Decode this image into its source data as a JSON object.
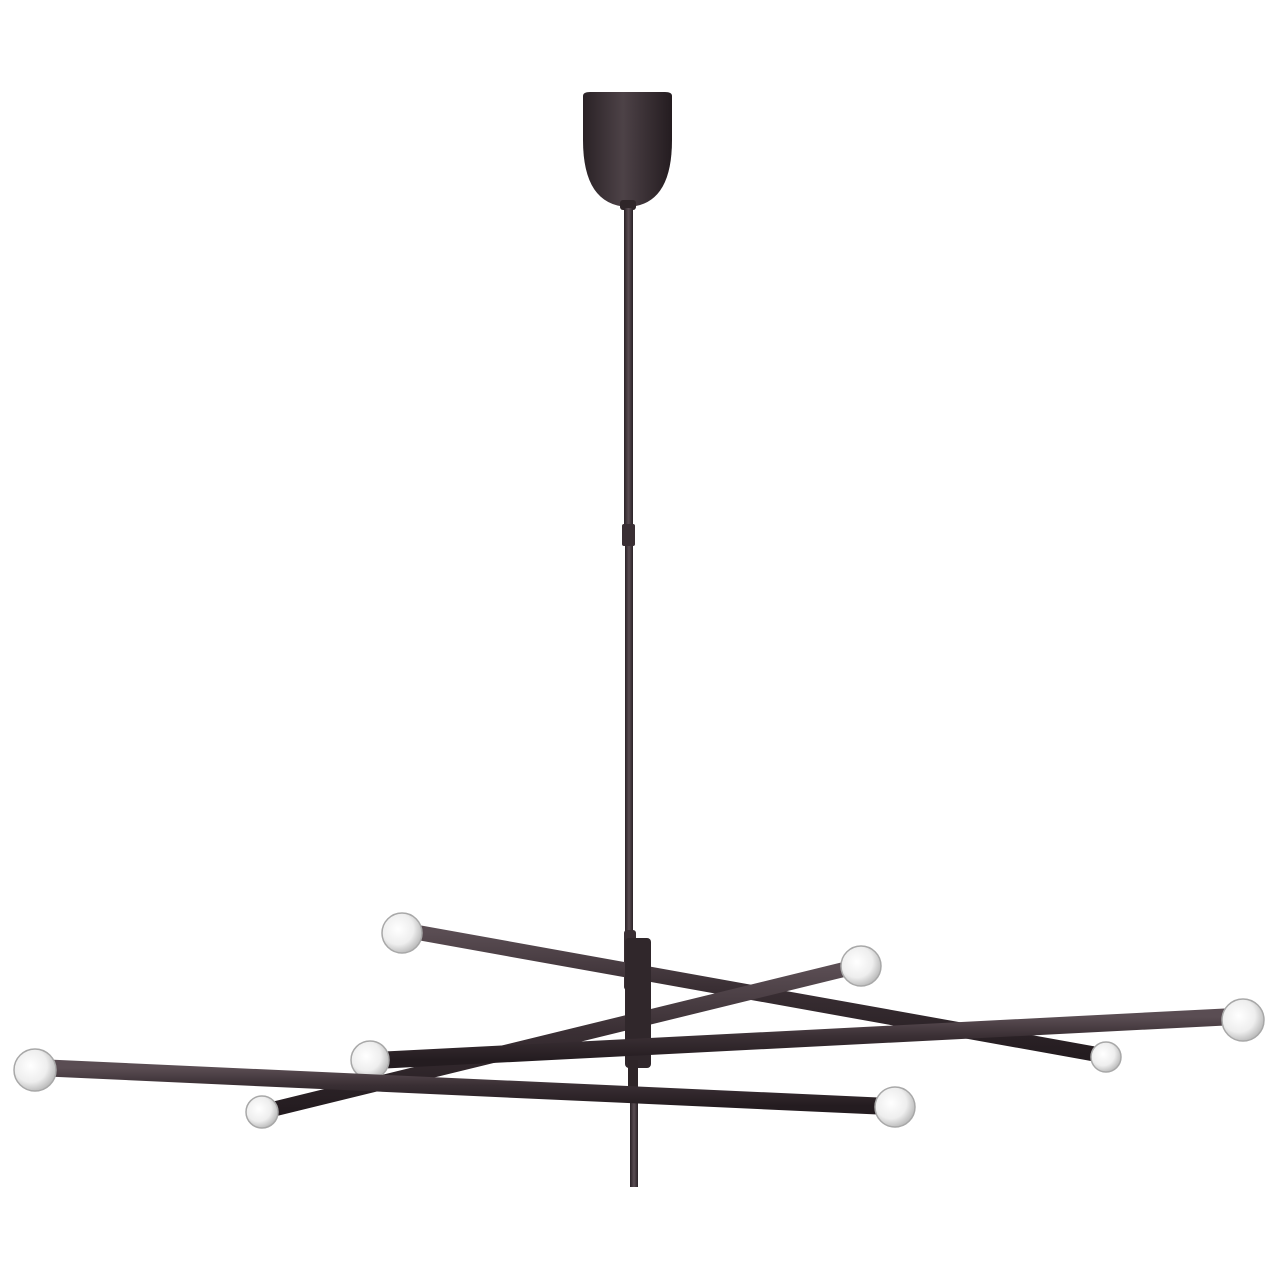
{
  "image": {
    "subject": "modern-linear-chandelier",
    "colors": {
      "background": "#ffffff",
      "metal_dark": "#2e2528",
      "metal_mid": "#4a3e43",
      "metal_highlight": "#8a7d83",
      "bulb_glass": "#f3f3f3",
      "bulb_shade": "#b9b9b9"
    },
    "counts": {
      "arms": 4,
      "bulbs": 8
    }
  }
}
